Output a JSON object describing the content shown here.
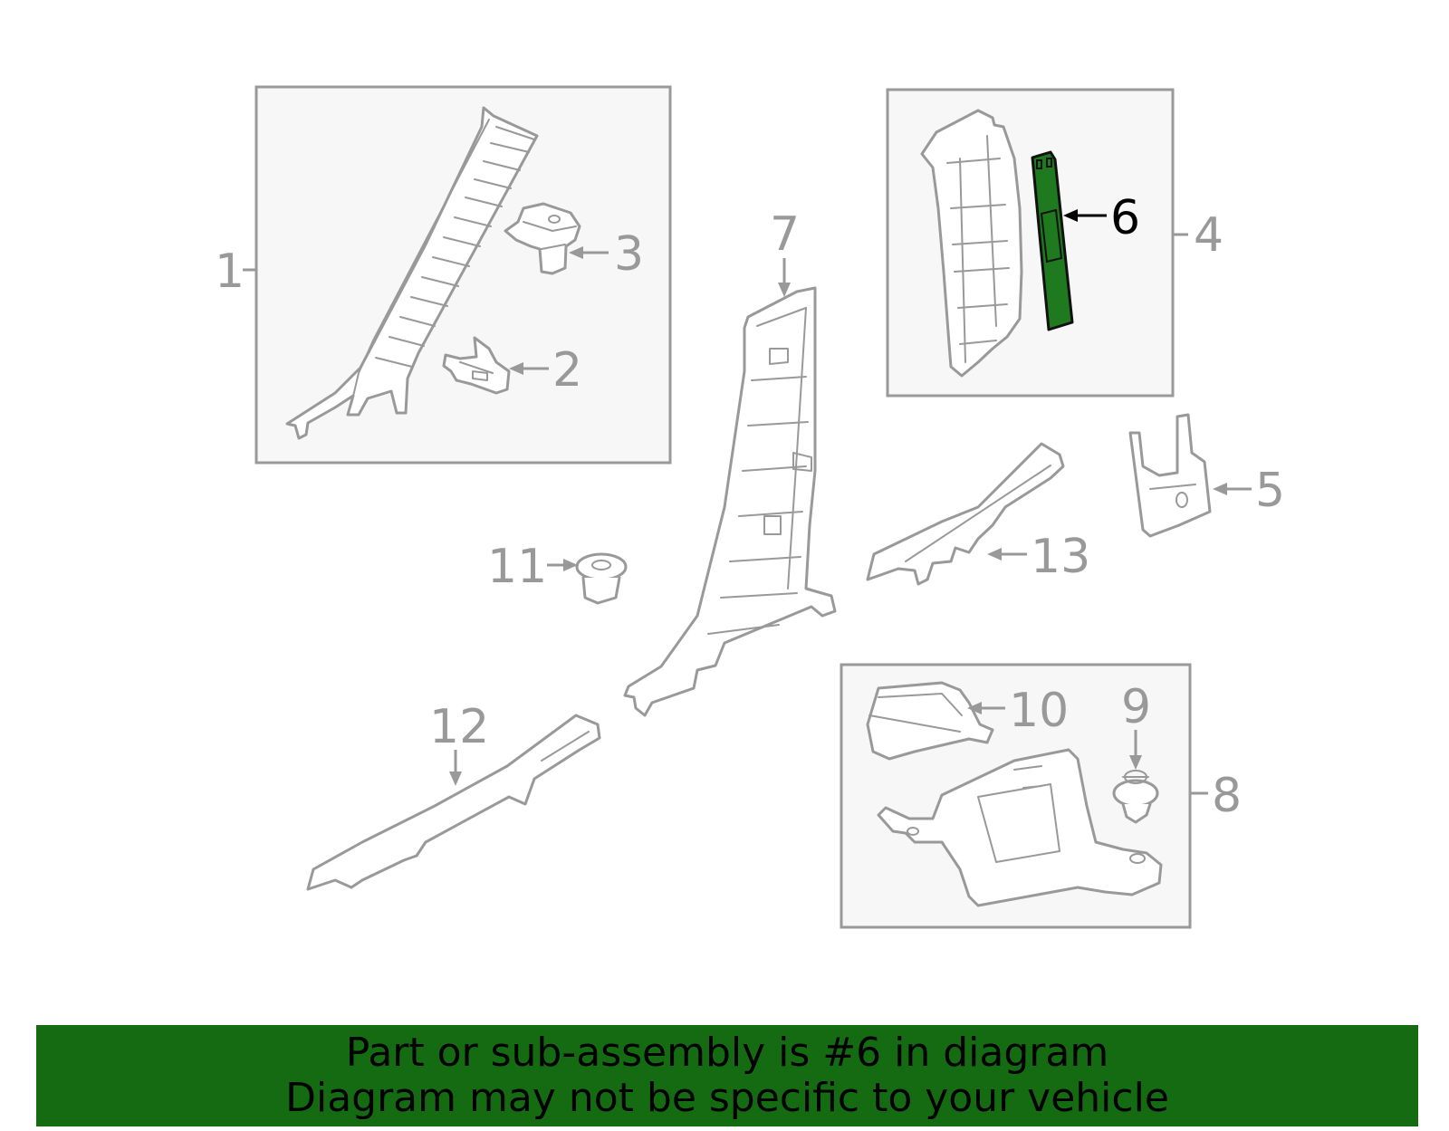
{
  "callouts": [
    "1",
    "2",
    "3",
    "4",
    "5",
    "6",
    "7",
    "8",
    "9",
    "10",
    "11",
    "12",
    "13"
  ],
  "highlighted_callout": "6",
  "colors": {
    "highlight_fill": "#1f7a1f",
    "banner_background": "#156b11",
    "line_gray": "#999999",
    "box_fill": "#f7f7f7"
  },
  "banner": {
    "line1": "Part or sub-assembly is #6 in diagram",
    "line2": "Diagram may not be specific to your vehicle"
  }
}
